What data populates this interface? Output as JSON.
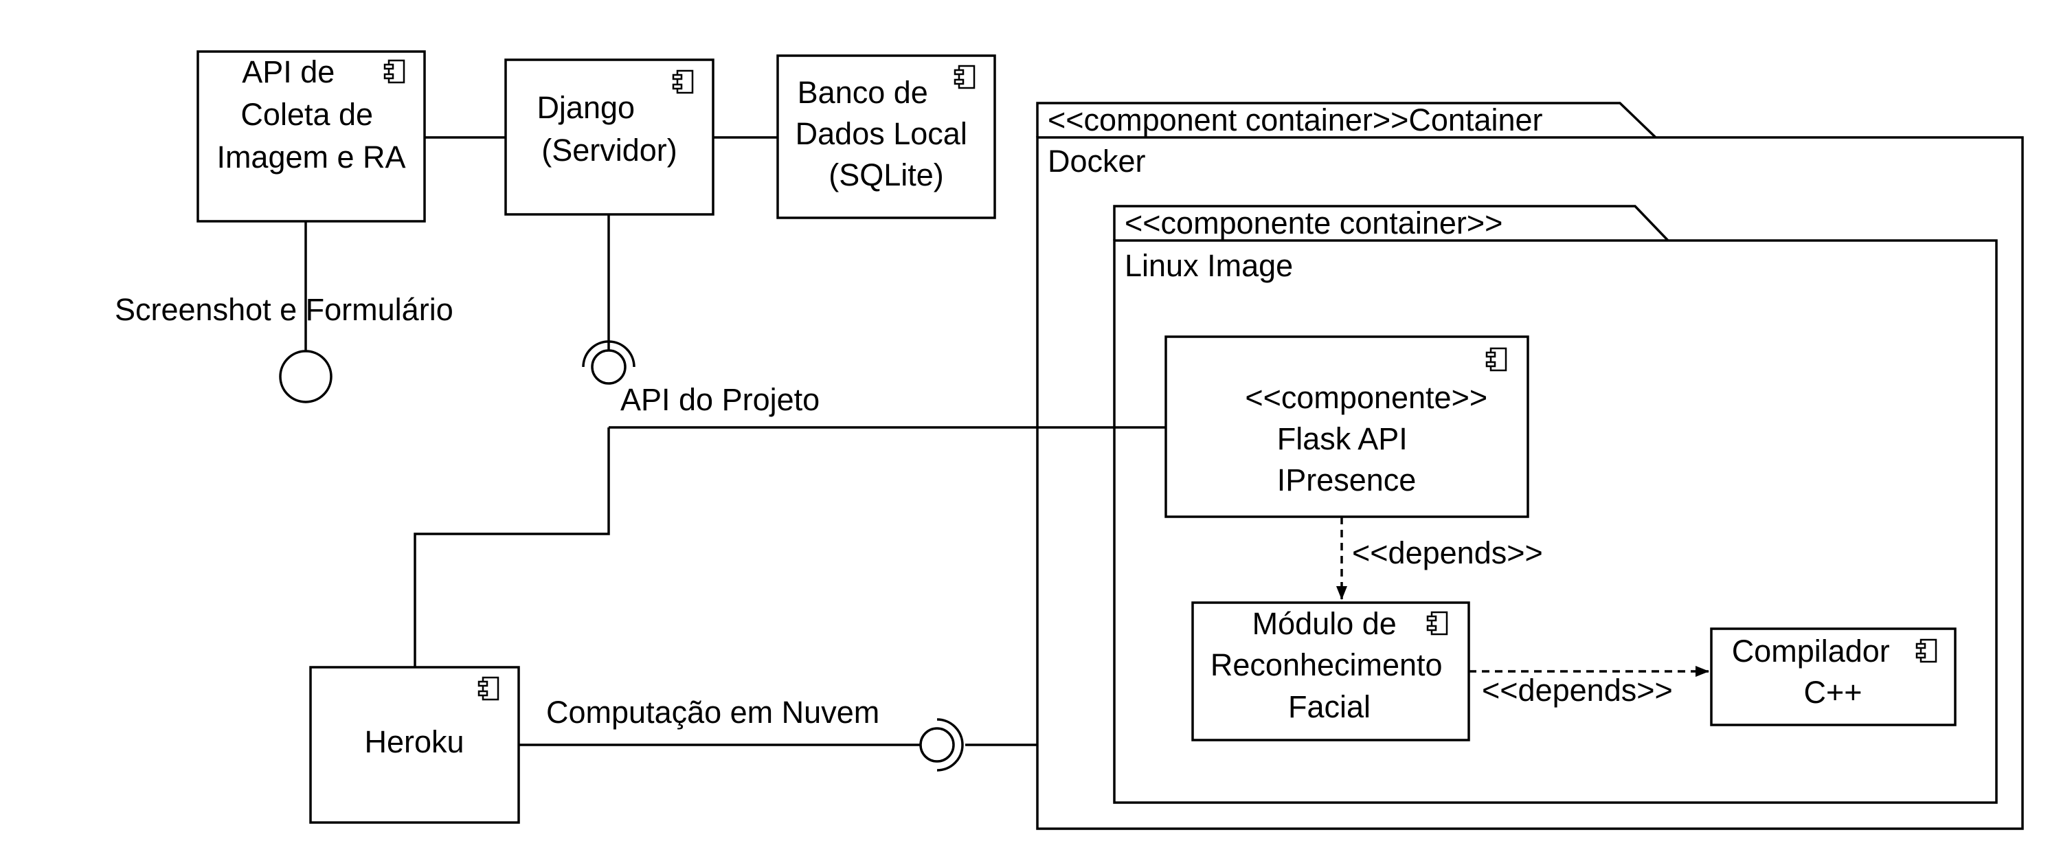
{
  "components": {
    "api_coleta": {
      "lines": [
        "API de",
        "Coleta de",
        "Imagem e RA"
      ]
    },
    "django": {
      "lines": [
        "Django",
        "(Servidor)"
      ]
    },
    "banco": {
      "lines": [
        "Banco de",
        "Dados  Local",
        "(SQLite)"
      ]
    },
    "heroku": {
      "lines": [
        "Heroku"
      ]
    },
    "flask": {
      "lines": [
        "<<componente>>",
        "Flask API",
        "IPresence"
      ]
    },
    "modulo": {
      "lines": [
        "Módulo de",
        "Reconhecimento",
        "Facial"
      ]
    },
    "compilador": {
      "lines": [
        "Compilador",
        "C++"
      ]
    }
  },
  "containers": {
    "docker": {
      "tab_label": "<<component container>>Container",
      "name": "Docker"
    },
    "linux": {
      "tab_label": "<<componente container>>",
      "name": "Linux Image"
    }
  },
  "interfaces": {
    "screenshot": "Screenshot e Formulário",
    "api_projeto": "API do Projeto",
    "computacao": "Computação em Nuvem"
  },
  "dependencies": {
    "flask_to_modulo": "<<depends>>",
    "modulo_to_compilador": "<<depends>>"
  },
  "icons": [
    "component-icon",
    "provided-interface-icon",
    "required-interface-icon"
  ]
}
